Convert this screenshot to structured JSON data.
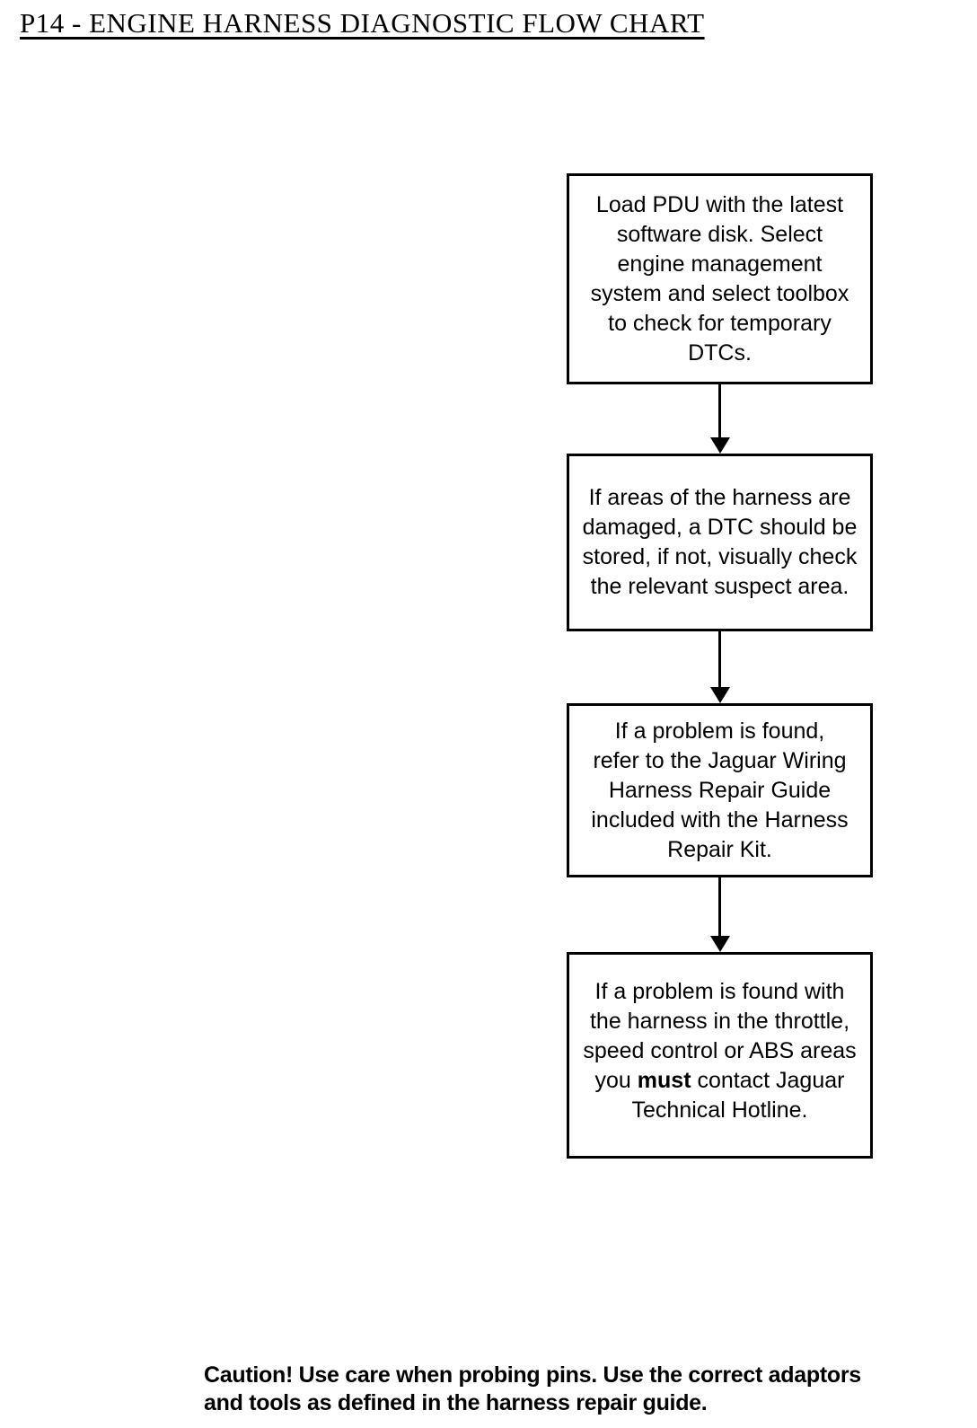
{
  "page": {
    "title": "P14 - ENGINE HARNESS DIAGNOSTIC FLOW CHART",
    "caution": {
      "line1": "Caution! Use care when probing pins. Use the correct adaptors",
      "line2": "and tools as defined in the harness repair guide."
    }
  },
  "flowchart": {
    "boxes": [
      {
        "step": "1",
        "lines": [
          "Load PDU with the latest",
          "software disk. Select",
          "engine management",
          "system and select toolbox",
          "to check for temporary",
          "DTCs."
        ]
      },
      {
        "step": "2",
        "lines": [
          "If areas of the harness are",
          "damaged, a DTC should be",
          "stored, if not, visually check",
          "the relevant suspect area."
        ]
      },
      {
        "step": "3",
        "lines": [
          "If a problem is found,",
          "refer to the Jaguar Wiring",
          "Harness Repair Guide",
          "included with the Harness",
          "Repair Kit."
        ]
      },
      {
        "step": "4",
        "lines": [
          "If a problem is found with",
          "the harness in the throttle,",
          "speed control or ABS areas"
        ],
        "mixed_line": {
          "pre": "you ",
          "bold": "must",
          "post": " contact Jaguar"
        },
        "last_line": "Technical Hotline."
      }
    ]
  },
  "colors": {
    "ink": "#000000",
    "background": "#ffffff"
  }
}
